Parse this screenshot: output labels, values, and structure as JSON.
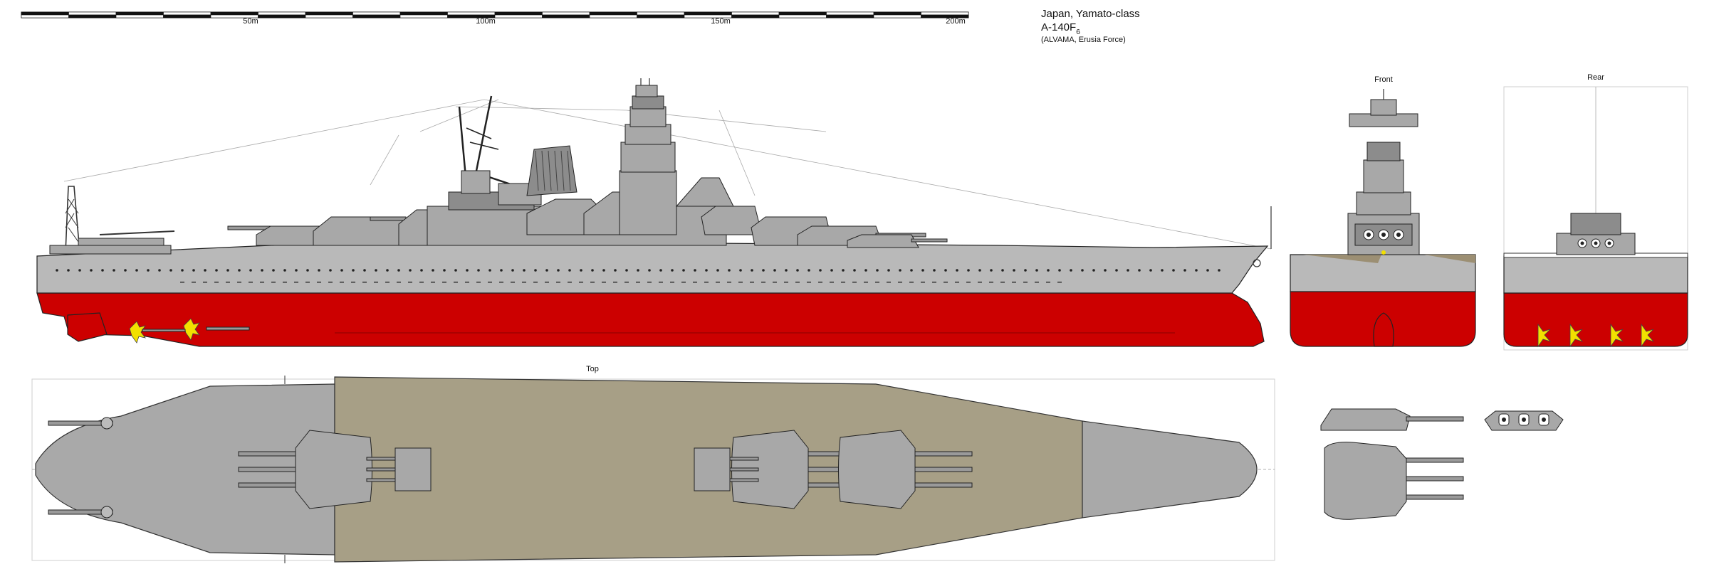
{
  "scale": {
    "ticks": [
      "50m",
      "100m",
      "150m",
      "200m"
    ]
  },
  "info": {
    "line1": "Japan, Yamato-class",
    "line2_main": "A-140F",
    "line2_sub": "6",
    "line3": "(ALVAMA, Erusia Force)"
  },
  "views": {
    "front": "Front",
    "rear": "Rear",
    "top": "Top"
  },
  "colors": {
    "hull_below_waterline": "#cc0000",
    "hull_topside": "#b9b9b9",
    "deck_wood": "#a79f86",
    "propellers": "#f2e000"
  }
}
